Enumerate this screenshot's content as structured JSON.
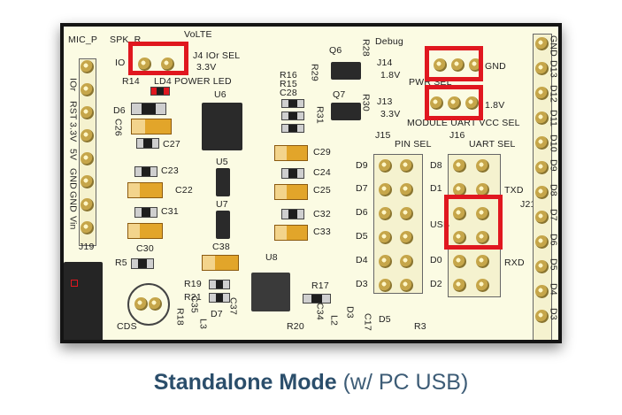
{
  "caption": {
    "title": "Standalone Mode",
    "subtitle": "(w/ PC USB)"
  },
  "silkscreen": {
    "left_header": [
      "MIC_P",
      "IOr",
      "RST",
      "3.3V",
      "5V",
      "GND",
      "GND",
      "Vin"
    ],
    "right_header": [
      "GND",
      "D13",
      "D12",
      "D11",
      "D10",
      "D9",
      "D8",
      "D7",
      "D6",
      "D5",
      "D4",
      "D3"
    ],
    "spk_r": "SPK_R",
    "volte": "VoLTE",
    "io": "IO",
    "j4_label": "J4 IOr SEL",
    "v33": "3.3V",
    "r14": "R14",
    "ld4": "LD4 POWER LED",
    "q6": "Q6",
    "r28": "R28",
    "debug": "Debug",
    "r16": "R16",
    "r15": "R15",
    "c28": "C28",
    "r29": "R29",
    "q7": "Q7",
    "r31": "R31",
    "r30": "R30",
    "u6": "U6",
    "d6": "D6",
    "c26": "C26",
    "c27": "C27",
    "j14": "J14",
    "j14_v": "1.8V",
    "gnd": "GND",
    "pwr_sel": "PWR SEL",
    "j13": "J13",
    "j13_v": "3.3V",
    "j13_v2": "1.8V",
    "module_uart": "MODULE UART VCC SEL",
    "j15": "J15",
    "pin_sel": "PIN SEL",
    "j16": "J16",
    "uart_sel": "UART SEL",
    "c29": "C29",
    "c24": "C24",
    "c25": "C25",
    "c32": "C32",
    "c33": "C33",
    "u5": "U5",
    "u7": "U7",
    "c23": "C23",
    "c22": "C22",
    "c31": "C31",
    "j19": "J19",
    "c30": "C30",
    "r5": "R5",
    "c38": "C38",
    "u8": "U8",
    "r19": "R19",
    "r21": "R21",
    "r17": "R17",
    "c35": "C35",
    "c37": "C37",
    "c34": "C34",
    "cds": "CDS",
    "r18": "R18",
    "l3": "L3",
    "d7": "D7",
    "r20": "R20",
    "l2": "L2",
    "d3": "D3",
    "c17": "C17",
    "d5": "D5",
    "r3": "R3",
    "j21": "J21",
    "d_labels": [
      "D9",
      "D7",
      "D6",
      "D5",
      "D4",
      "D3"
    ],
    "d_right": [
      "D8",
      "D1",
      "D0",
      "D2"
    ],
    "txd": "TXD",
    "rxd": "RXD",
    "usb": "USB"
  }
}
